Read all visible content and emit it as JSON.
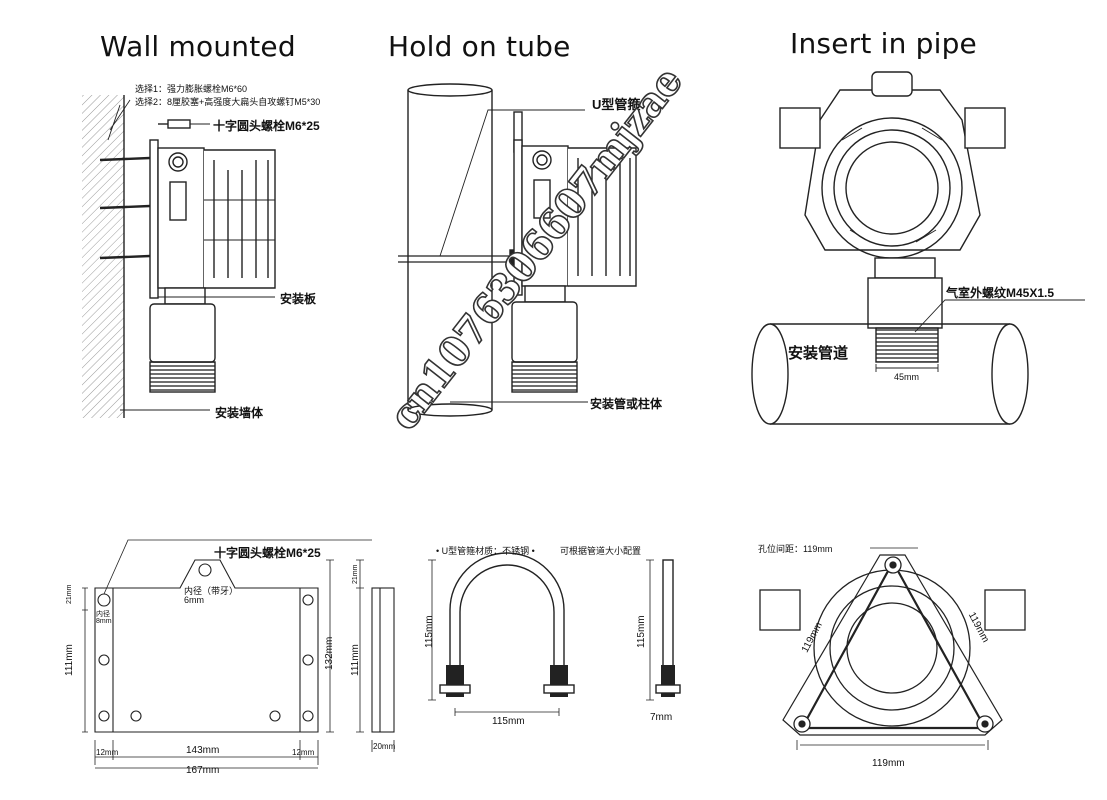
{
  "titles": {
    "wall": "Wall mounted",
    "tube": "Hold on tube",
    "pipe": "Insert in pipe"
  },
  "wall_labels": {
    "option1": "选择1：强力膨胀螺栓M6*60",
    "option2": "选择2：8厘胶塞+高强度大扁头自攻螺钉M5*30",
    "screw": "十字圆头螺栓M6*25",
    "plate": "安装板",
    "wall": "安装墙体"
  },
  "tube_labels": {
    "clamp": "U型管箍",
    "pole": "安装管或柱体"
  },
  "pipe_labels": {
    "thread": "气室外螺纹M45X1.5",
    "pipe": "安装管道",
    "dia": "45mm"
  },
  "plate_drawing": {
    "screw": "十字圆头螺栓M6*25",
    "inner_top": "内径（带牙）",
    "inner_top_val": "6mm",
    "inner_left": "内径",
    "inner_left_val": "8mm",
    "d21_a": "21mm",
    "d111_a": "111mm",
    "d12_a": "12mm",
    "d143": "143mm",
    "d12_b": "12mm",
    "d167": "167mm",
    "d132": "132mm",
    "d21_b": "21mm",
    "d111_b": "111mm",
    "d20": "20mm"
  },
  "ubolt_drawing": {
    "material": "• U型管箍材质：不锈钢  •",
    "note": "可根据管道大小配置",
    "h1": "115mm",
    "w": "115mm",
    "h2": "115mm",
    "d7": "7mm"
  },
  "hole_drawing": {
    "spacing": "孔位间距：119mm",
    "s1": "119mm",
    "s2": "119mm",
    "s3": "119mm"
  },
  "watermark": "cn1076306607mjzae"
}
